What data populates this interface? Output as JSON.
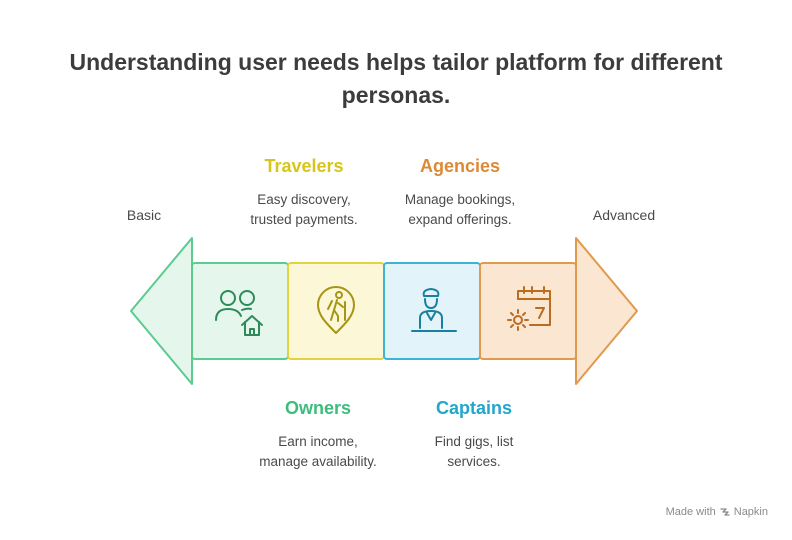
{
  "title_line1": "Understanding user needs helps tailor platform for different",
  "title_line2": "personas.",
  "scale": {
    "left_label": "Basic",
    "right_label": "Advanced"
  },
  "personas": [
    {
      "name": "Owners",
      "desc_line1": "Earn income,",
      "desc_line2": "manage availability.",
      "color": "#3dbd7d",
      "icon": "people-home-icon",
      "position": "bottom"
    },
    {
      "name": "Travelers",
      "desc_line1": "Easy discovery,",
      "desc_line2": "trusted payments.",
      "color": "#d7c51e",
      "icon": "hiker-location-icon",
      "position": "top"
    },
    {
      "name": "Captains",
      "desc_line1": "Find gigs, list",
      "desc_line2": "services.",
      "color": "#22a6cc",
      "icon": "captain-icon",
      "position": "bottom"
    },
    {
      "name": "Agencies",
      "desc_line1": "Manage bookings,",
      "desc_line2": "expand offerings.",
      "color": "#dc8a35",
      "icon": "calendar-gear-icon",
      "position": "top"
    }
  ],
  "footer": {
    "made_with": "Made with",
    "brand": "Napkin"
  }
}
